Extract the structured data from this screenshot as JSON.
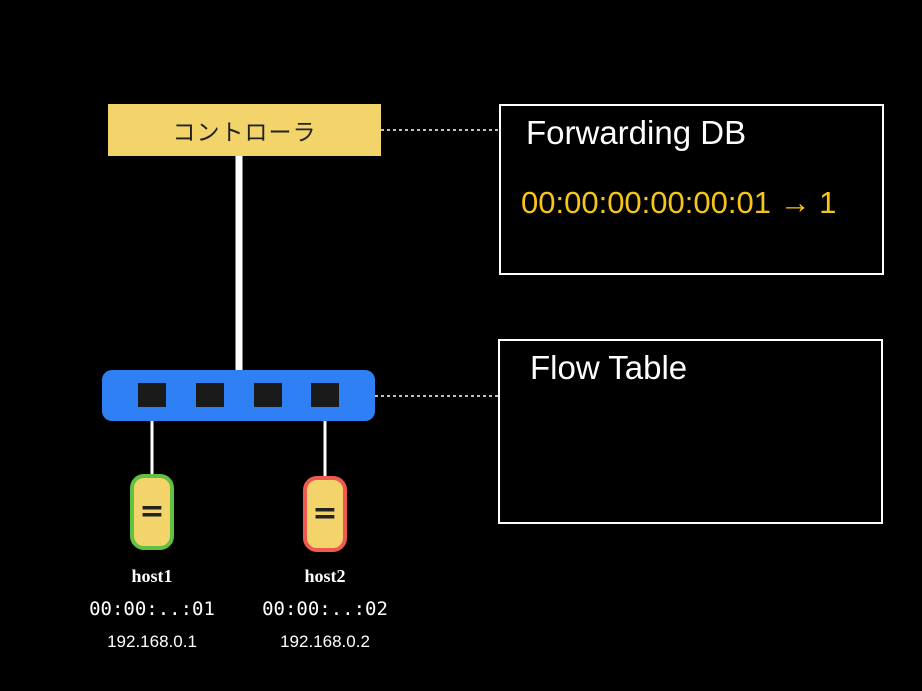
{
  "controller": {
    "label": "コントローラ"
  },
  "forwarding_db": {
    "title": "Forwarding DB",
    "entry": "00:00:00:00:00:01 → 1"
  },
  "flow_table": {
    "title": "Flow Table"
  },
  "hosts": [
    {
      "name": "host1",
      "mac": "00:00:..:01",
      "ip": "192.168.0.1",
      "border_color": "#63c142",
      "icon": "host-icon"
    },
    {
      "name": "host2",
      "mac": "00:00:..:02",
      "ip": "192.168.0.2",
      "border_color": "#ee5a4f",
      "icon": "host-icon"
    }
  ],
  "switch": {
    "port_count": 4,
    "color": "#2f80f5"
  },
  "colors": {
    "background": "#000000",
    "controller_fill": "#f2d46a",
    "fdb_entry_text": "#f5c518"
  }
}
